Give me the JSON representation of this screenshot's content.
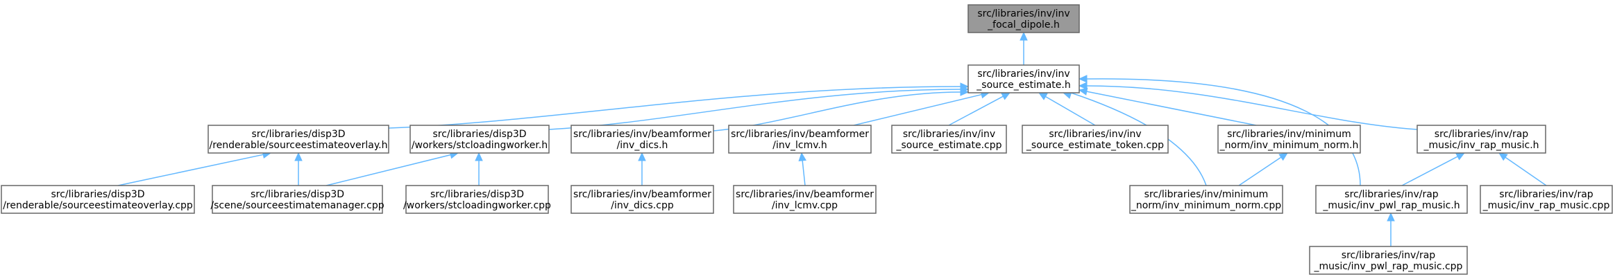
{
  "graph": {
    "root": "n0",
    "nodes": [
      {
        "id": "n0",
        "lines": [
          "src/libraries/inv/inv",
          "_focal_dipole.h"
        ],
        "root": true
      },
      {
        "id": "n1",
        "lines": [
          "src/libraries/inv/inv",
          "_source_estimate.h"
        ]
      },
      {
        "id": "n2",
        "lines": [
          "src/libraries/disp3D",
          "/renderable/sourceestimateoverlay.h"
        ]
      },
      {
        "id": "n3",
        "lines": [
          "src/libraries/disp3D",
          "/workers/stcloadingworker.h"
        ]
      },
      {
        "id": "n4",
        "lines": [
          "src/libraries/inv/beamformer",
          "/inv_dics.h"
        ]
      },
      {
        "id": "n5",
        "lines": [
          "src/libraries/inv/beamformer",
          "/inv_lcmv.h"
        ]
      },
      {
        "id": "n6",
        "lines": [
          "src/libraries/inv/inv",
          "_source_estimate.cpp"
        ]
      },
      {
        "id": "n7",
        "lines": [
          "src/libraries/inv/inv",
          "_source_estimate_token.cpp"
        ]
      },
      {
        "id": "n8",
        "lines": [
          "src/libraries/inv/minimum",
          "_norm/inv_minimum_norm.h"
        ]
      },
      {
        "id": "n9",
        "lines": [
          "src/libraries/inv/rap",
          "_music/inv_rap_music.h"
        ]
      },
      {
        "id": "n10",
        "lines": [
          "src/libraries/disp3D",
          "/renderable/sourceestimateoverlay.cpp"
        ]
      },
      {
        "id": "n11",
        "lines": [
          "src/libraries/disp3D",
          "/scene/sourceestimatemanager.cpp"
        ]
      },
      {
        "id": "n12",
        "lines": [
          "src/libraries/disp3D",
          "/workers/stcloadingworker.cpp"
        ]
      },
      {
        "id": "n13",
        "lines": [
          "src/libraries/inv/beamformer",
          "/inv_dics.cpp"
        ]
      },
      {
        "id": "n14",
        "lines": [
          "src/libraries/inv/beamformer",
          "/inv_lcmv.cpp"
        ]
      },
      {
        "id": "n15",
        "lines": [
          "src/libraries/inv/minimum",
          "_norm/inv_minimum_norm.cpp"
        ]
      },
      {
        "id": "n16",
        "lines": [
          "src/libraries/inv/rap",
          "_music/inv_pwl_rap_music.h"
        ]
      },
      {
        "id": "n17",
        "lines": [
          "src/libraries/inv/rap",
          "_music/inv_rap_music.cpp"
        ]
      },
      {
        "id": "n18",
        "lines": [
          "src/libraries/inv/rap",
          "_music/inv_pwl_rap_music.cpp"
        ]
      }
    ],
    "edges": [
      {
        "from": "n0",
        "to": "n1"
      },
      {
        "from": "n1",
        "to": "n2"
      },
      {
        "from": "n1",
        "to": "n3"
      },
      {
        "from": "n1",
        "to": "n4"
      },
      {
        "from": "n1",
        "to": "n5"
      },
      {
        "from": "n1",
        "to": "n6"
      },
      {
        "from": "n1",
        "to": "n7"
      },
      {
        "from": "n1",
        "to": "n8"
      },
      {
        "from": "n1",
        "to": "n9"
      },
      {
        "from": "n1",
        "to": "n15"
      },
      {
        "from": "n1",
        "to": "n16"
      },
      {
        "from": "n2",
        "to": "n10"
      },
      {
        "from": "n2",
        "to": "n11"
      },
      {
        "from": "n3",
        "to": "n11"
      },
      {
        "from": "n3",
        "to": "n12"
      },
      {
        "from": "n4",
        "to": "n13"
      },
      {
        "from": "n5",
        "to": "n14"
      },
      {
        "from": "n8",
        "to": "n15"
      },
      {
        "from": "n9",
        "to": "n16"
      },
      {
        "from": "n9",
        "to": "n17"
      },
      {
        "from": "n16",
        "to": "n18"
      }
    ],
    "colors": {
      "edge": "#63b8ff",
      "node_border": "#666666",
      "root_fill": "#999999",
      "node_fill": "#ffffff"
    }
  }
}
